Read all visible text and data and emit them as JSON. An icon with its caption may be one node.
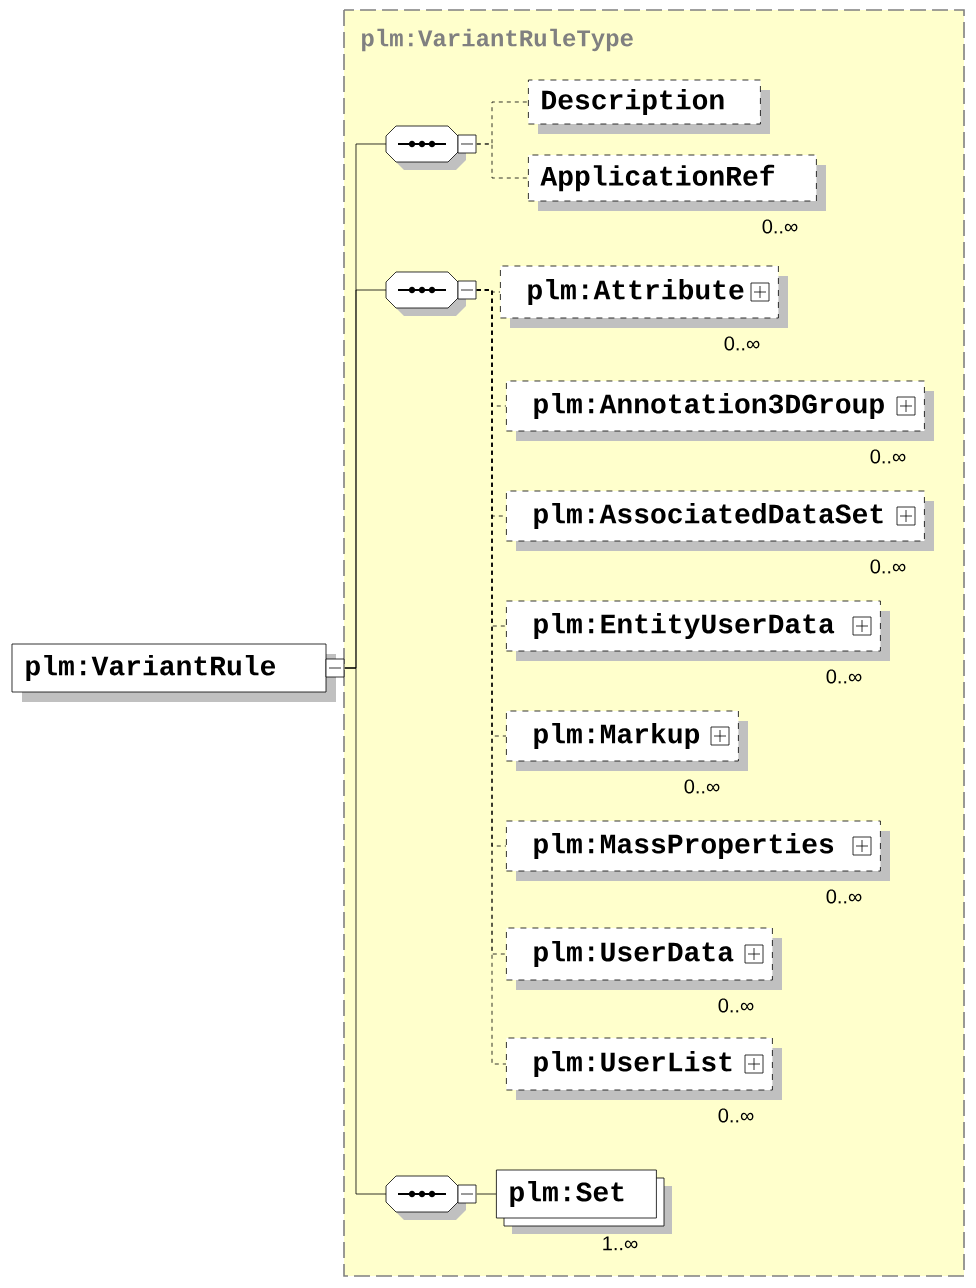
{
  "diagram": {
    "nodes": [
      {
        "text": [
          "plm:VariantRuleType"
        ]
      },
      {
        "text": [
          "plm:VariantRule"
        ]
      },
      {
        "text": [],
        "shape": "octagon",
        "in": 0
      },
      {
        "text": [
          "Description"
        ],
        "in": 0
      },
      {
        "text": [
          "ApplicationRef"
        ],
        "in": 0,
        "beside": [
          "0..∞"
        ]
      },
      {
        "text": [],
        "shape": "octagon",
        "in": 0
      },
      {
        "text": [
          "plm:Attribute"
        ],
        "in": 0,
        "beside": [
          "0..∞"
        ]
      },
      {
        "text": [
          "plm:Annotation3DGroup"
        ],
        "in": 0,
        "beside": [
          "0..∞"
        ]
      },
      {
        "text": [
          "plm:AssociatedDataSet"
        ],
        "in": 0,
        "beside": [
          "0..∞"
        ]
      },
      {
        "text": [
          "plm:EntityUserData"
        ],
        "in": 0,
        "beside": [
          "0..∞"
        ]
      },
      {
        "text": [
          "plm:Markup"
        ],
        "in": 0,
        "beside": [
          "0..∞"
        ]
      },
      {
        "text": [
          "plm:MassProperties"
        ],
        "in": 0,
        "beside": [
          "0..∞"
        ]
      },
      {
        "text": [
          "plm:UserData"
        ],
        "in": 0,
        "beside": [
          "0..∞"
        ]
      },
      {
        "text": [
          "plm:UserList"
        ],
        "in": 0,
        "beside": [
          "0..∞"
        ]
      },
      {
        "text": [],
        "shape": "octagon",
        "in": 0
      },
      {
        "text": [
          "plm:Set"
        ],
        "in": 0,
        "beside": [
          "1..∞"
        ]
      }
    ],
    "edges": [
      {
        "from": 1,
        "to": 2,
        "arrow": "none"
      },
      {
        "from": 1,
        "to": 5,
        "arrow": "none"
      },
      {
        "from": 1,
        "to": 14,
        "arrow": "none"
      },
      {
        "from": 2,
        "to": 3,
        "arrow": "none",
        "style": "dashed"
      },
      {
        "from": 2,
        "to": 4,
        "arrow": "none",
        "style": "dashed"
      },
      {
        "from": 5,
        "to": 6,
        "arrow": "none",
        "style": "dashed"
      },
      {
        "from": 5,
        "to": 7,
        "arrow": "none",
        "style": "dashed"
      },
      {
        "from": 5,
        "to": 8,
        "arrow": "none",
        "style": "dashed"
      },
      {
        "from": 5,
        "to": 9,
        "arrow": "none",
        "style": "dashed"
      },
      {
        "from": 5,
        "to": 10,
        "arrow": "none",
        "style": "dashed"
      },
      {
        "from": 5,
        "to": 11,
        "arrow": "none",
        "style": "dashed"
      },
      {
        "from": 5,
        "to": 12,
        "arrow": "none",
        "style": "dashed"
      },
      {
        "from": 5,
        "to": 13,
        "arrow": "none",
        "style": "dashed"
      },
      {
        "from": 14,
        "to": 15,
        "arrow": "none"
      }
    ]
  }
}
